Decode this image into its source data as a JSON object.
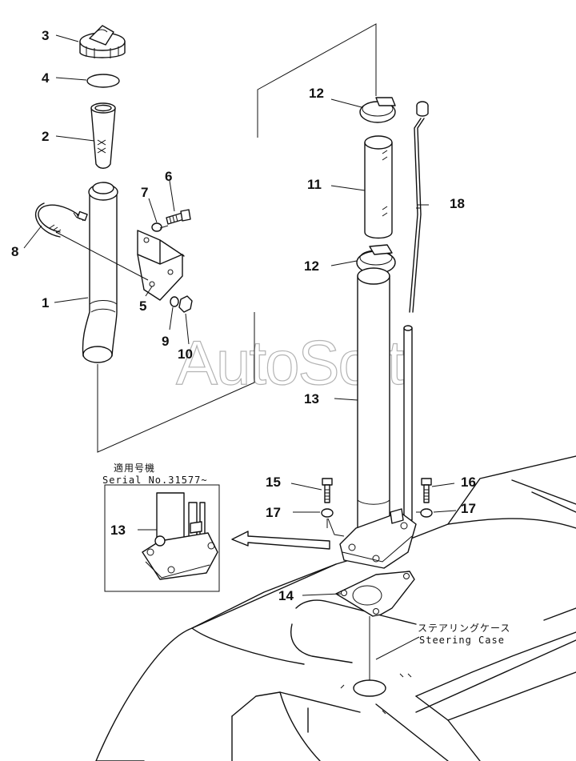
{
  "watermark": "AutoSoft",
  "callouts": {
    "c1": "1",
    "c2": "2",
    "c3": "3",
    "c4": "4",
    "c5": "5",
    "c6": "6",
    "c7": "7",
    "c8": "8",
    "c9": "9",
    "c10": "10",
    "c11": "11",
    "c12a": "12",
    "c12b": "12",
    "c13": "13",
    "c13b": "13",
    "c14": "14",
    "c15": "15",
    "c16": "16",
    "c17a": "17",
    "c17b": "17",
    "c18": "18"
  },
  "inset": {
    "serial_jp": "適用号機",
    "serial": "Serial No.31577~"
  },
  "steering_case": {
    "jp": "ステアリングケース",
    "en": "Steering Case"
  }
}
